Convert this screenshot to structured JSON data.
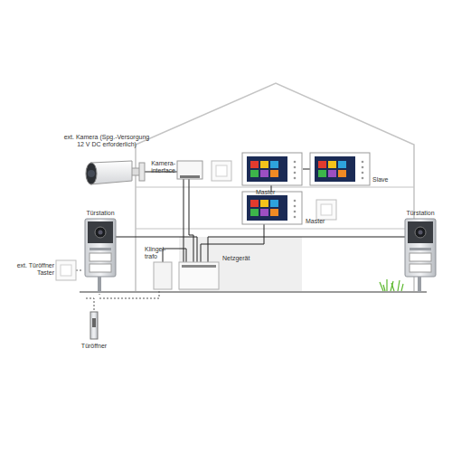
{
  "diagram": {
    "labels": [
      "ext. Kamera (Spg.-Versorgung 12 V DC erforderlich)",
      "Kamera-interface",
      "Master",
      "Slave",
      "Master",
      "Türstation",
      "ext. Türöffner Taster",
      "Klingel-trafo",
      "Netzgerät",
      "Türöffner",
      "Türstation"
    ]
  }
}
